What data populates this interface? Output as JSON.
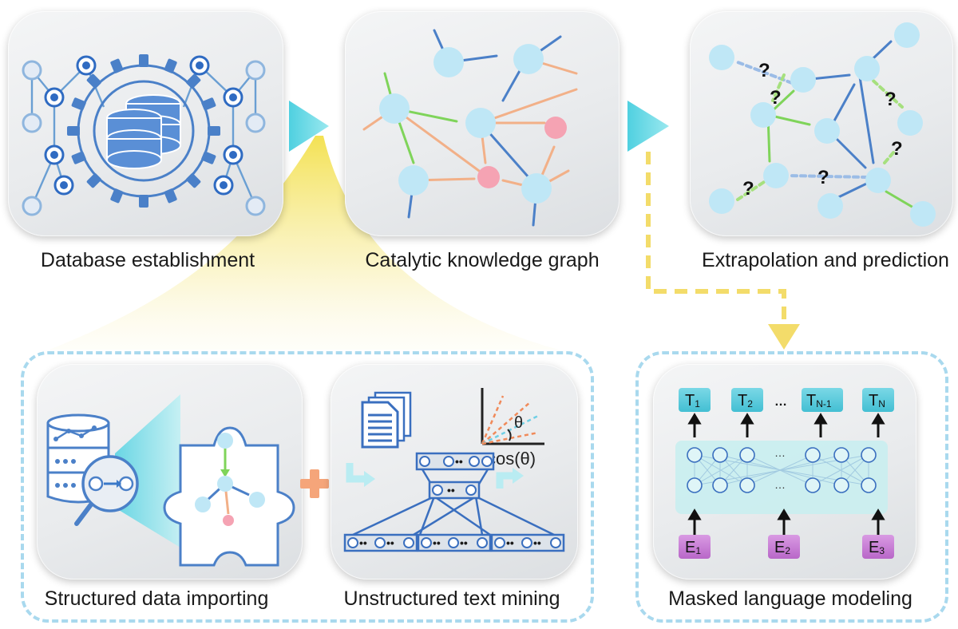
{
  "colors": {
    "node": "#bfe7f6",
    "node_red": "#f5a3b3",
    "blue_line": "#4b80c8",
    "orange_line": "#f2b088",
    "green_line": "#7fd45a",
    "dash_box": "#a9d9ee",
    "yellow": "#f3dc6a",
    "token_top": "#5dc9da",
    "token_bottom": "#c77ad6"
  },
  "top_row": {
    "database": {
      "caption": "Database establishment",
      "icon": "database-gear-icon"
    },
    "graph": {
      "caption": "Catalytic knowledge graph"
    },
    "prediction": {
      "caption": "Extrapolation and prediction",
      "question_mark": "?"
    }
  },
  "bottom_left": {
    "structured": {
      "caption": "Structured data importing",
      "icon": "database-search-icon"
    },
    "plus_icon": "plus-icon",
    "unstructured": {
      "caption": "Unstructured text mining",
      "doc_icon": "documents-icon",
      "angle_symbol": "θ",
      "cos_label": "cos(θ)",
      "dots": "••"
    }
  },
  "bottom_right": {
    "caption": "Masked language modeling",
    "top_tokens": [
      {
        "main": "T",
        "sub": "1"
      },
      {
        "main": "T",
        "sub": "2"
      },
      {
        "main": "T",
        "sub": "N-1"
      },
      {
        "main": "T",
        "sub": "N"
      }
    ],
    "bottom_tokens": [
      {
        "main": "E",
        "sub": "1"
      },
      {
        "main": "E",
        "sub": "2"
      },
      {
        "main": "E",
        "sub": "3"
      }
    ],
    "ellipsis_top": "…",
    "ellipsis_mid": "…",
    "token_ellipsis": "…"
  }
}
